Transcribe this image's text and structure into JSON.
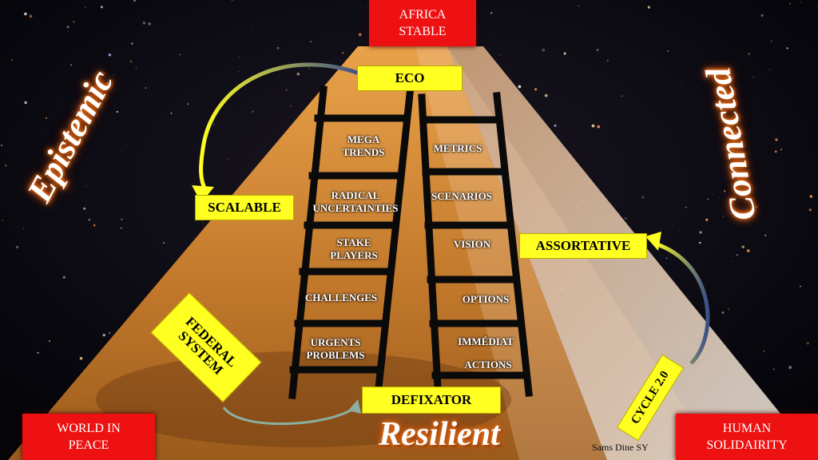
{
  "labels": {
    "top": "AFRICA\nSTABLE",
    "bottom_left": "WORLD IN\nPEACE",
    "bottom_right": "HUMAN\nSOLIDAIRITY",
    "eco": "ECO",
    "scalable": "SCALABLE",
    "assortative": "ASSORTATIVE",
    "federal": "FEDERAL\nSYSTEM",
    "defixator": "DEFIXATOR",
    "cycle": "CYCLE 2.0"
  },
  "words": {
    "epistemic": "Epistemic",
    "connected": "Connected",
    "resilient": "Resilient"
  },
  "ladder_left": [
    "MEGA\nTRENDS",
    "RADICAL\nUNCERTAINTIES",
    "STAKE\nPLAYERS",
    "CHALLENGES",
    "URGENTS\nPROBLEMS"
  ],
  "ladder_right": [
    "METRICS",
    "SCENARIOS",
    "VISION",
    "OPTIONS",
    "IMMÉDIAT",
    "ACTIONS"
  ],
  "credit": "Sams Dine SY",
  "colors": {
    "label_yellow": "#ffff22",
    "label_red": "#ee1111",
    "glow_orange": "#e86f18",
    "ladder": "#0a0a0a"
  }
}
